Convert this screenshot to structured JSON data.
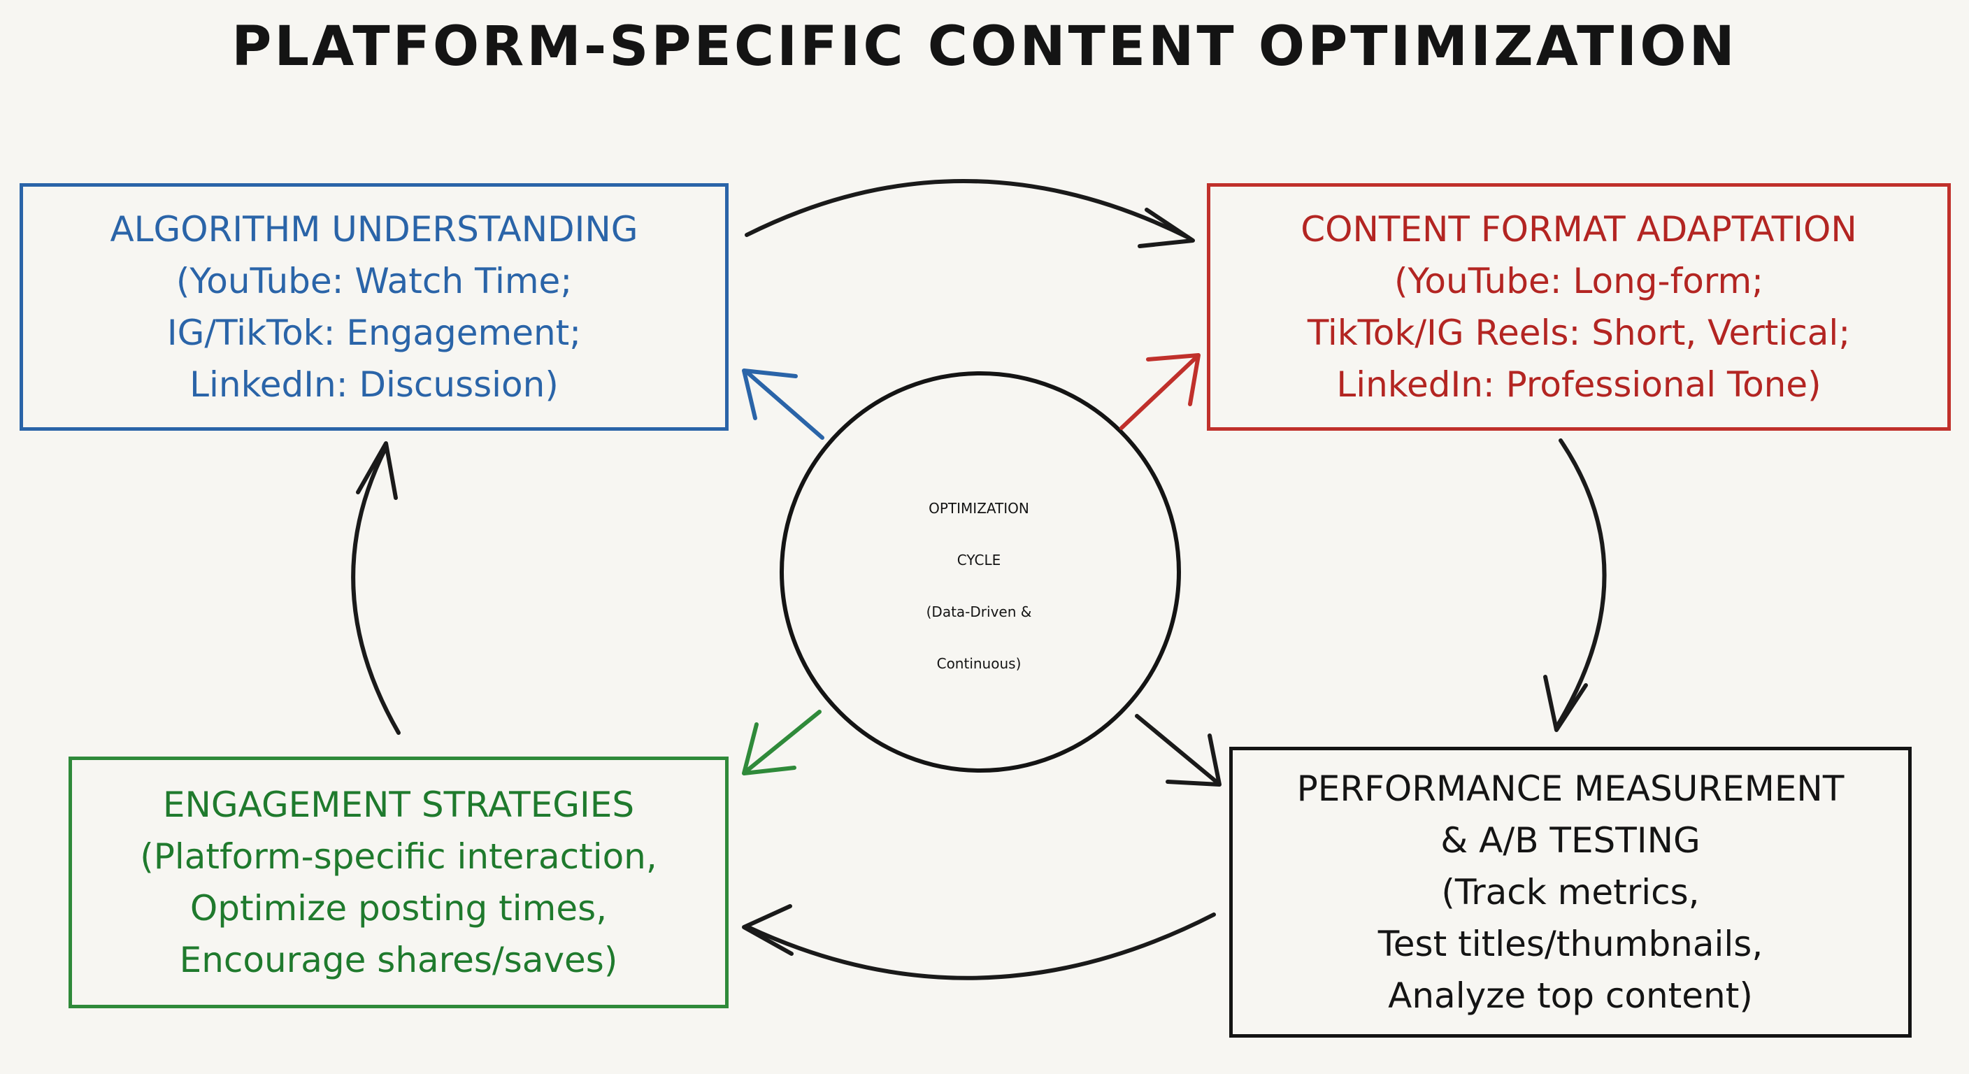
{
  "title": "PLATFORM-SPECIFIC CONTENT OPTIMIZATION",
  "center": {
    "lines": [
      "OPTIMIZATION",
      "CYCLE",
      "(Data-Driven &",
      "Continuous)"
    ]
  },
  "boxes": {
    "algorithm": {
      "lines": [
        "ALGORITHM UNDERSTANDING",
        "(YouTube: Watch Time;",
        "IG/TikTok: Engagement;",
        "LinkedIn: Discussion)"
      ],
      "color": "#2a64a8"
    },
    "format": {
      "lines": [
        "CONTENT FORMAT ADAPTATION",
        "(YouTube: Long-form;",
        "TikTok/IG Reels: Short, Vertical;",
        "LinkedIn: Professional Tone)"
      ],
      "color": "#c0302b"
    },
    "engagement": {
      "lines": [
        "ENGAGEMENT STRATEGIES",
        "(Platform-specific interaction,",
        "Optimize posting times,",
        "Encourage shares/saves)"
      ],
      "color": "#2f8a3a"
    },
    "performance": {
      "lines": [
        "PERFORMANCE MEASUREMENT",
        "& A/B TESTING",
        "(Track metrics,",
        "Test titles/thumbnails,",
        "Analyze top content)"
      ],
      "color": "#141414"
    }
  }
}
